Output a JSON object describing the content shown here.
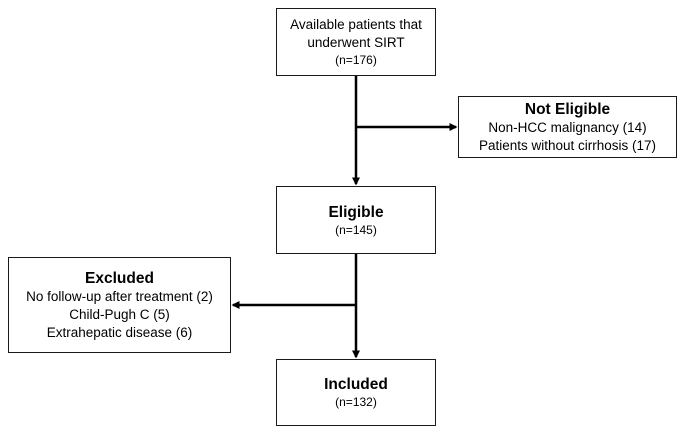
{
  "flowchart": {
    "available": {
      "lines": [
        "Available patients that",
        "underwent SIRT"
      ],
      "count": "(n=176)"
    },
    "not_eligible": {
      "title": "Not Eligible",
      "items": [
        "Non-HCC malignancy (14)",
        "Patients without cirrhosis (17)"
      ]
    },
    "eligible": {
      "title": "Eligible",
      "count": "(n=145)"
    },
    "excluded": {
      "title": "Excluded",
      "items": [
        "No follow-up after treatment (2)",
        "Child-Pugh C (5)",
        "Extrahepatic disease (6)"
      ]
    },
    "included": {
      "title": "Included",
      "count": "(n=132)"
    }
  },
  "colors": {
    "box_border": "#1a1a1a",
    "arrow": "#000000",
    "background": "#ffffff"
  }
}
